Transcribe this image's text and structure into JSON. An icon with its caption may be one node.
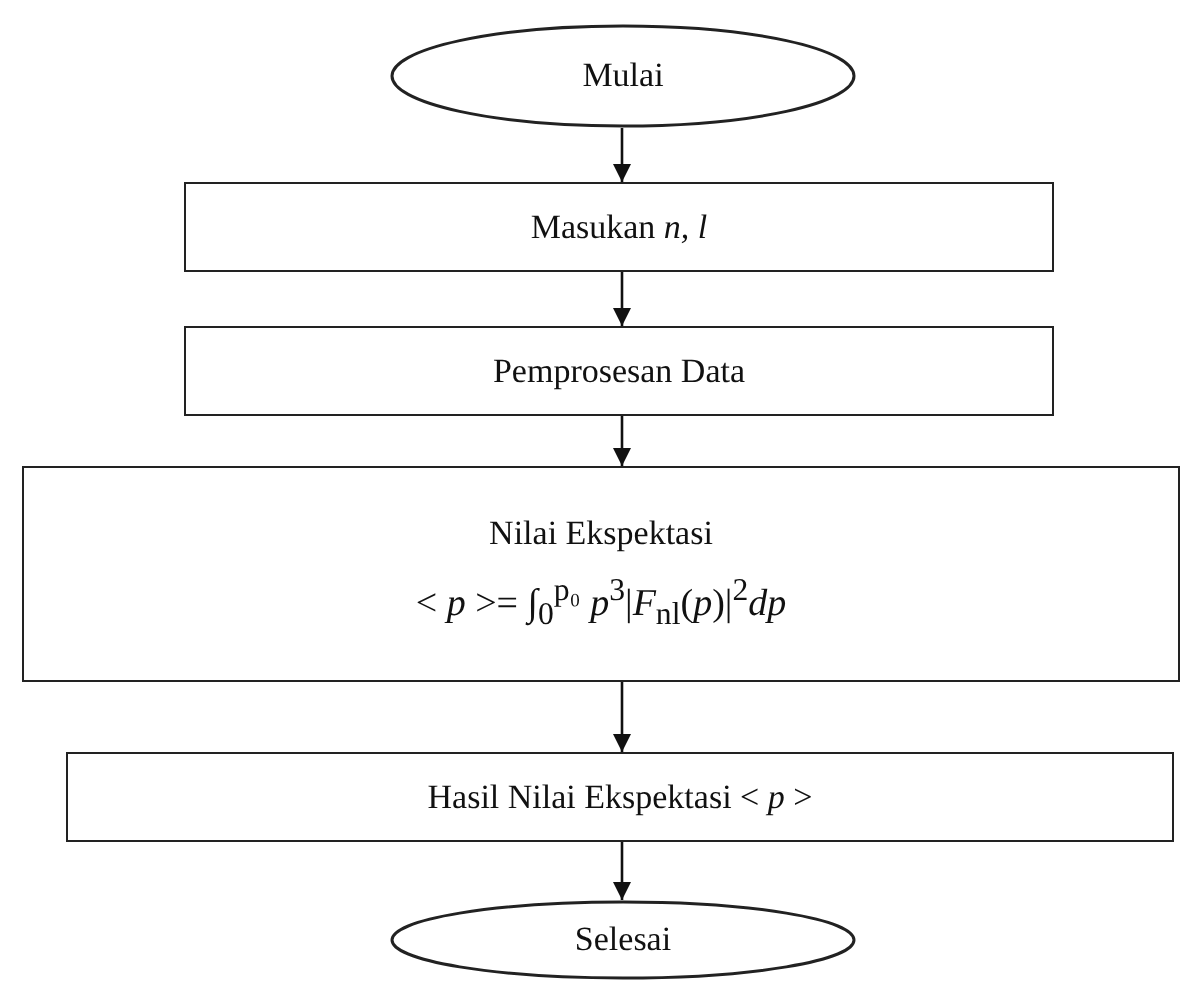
{
  "diagram": {
    "nodes": [
      {
        "text": [
          "Mulai"
        ]
      },
      {
        "text": [
          "Masukan *n, l*"
        ]
      },
      {
        "text": [
          "Pemprosesan Data"
        ]
      },
      {
        "text": [
          "Nilai Ekspektasi",
          "< *p* >= ∫$_{0}$$^{p₀}$ *p*$^{3}$|*F*$_{nl}$(*p*)|$^{2}$*dp*"
        ]
      },
      {
        "text": [
          "Hasil Nilai Ekspektasi < *p* >"
        ]
      },
      {
        "text": [
          "Selesai"
        ]
      }
    ],
    "edges": [
      {
        "from": 0,
        "to": 1,
        "arrow": "to"
      },
      {
        "from": 1,
        "to": 2,
        "arrow": "to"
      },
      {
        "from": 2,
        "to": 3,
        "arrow": "to"
      },
      {
        "from": 3,
        "to": 4,
        "arrow": "to"
      },
      {
        "from": 4,
        "to": 5,
        "arrow": "to"
      }
    ]
  }
}
